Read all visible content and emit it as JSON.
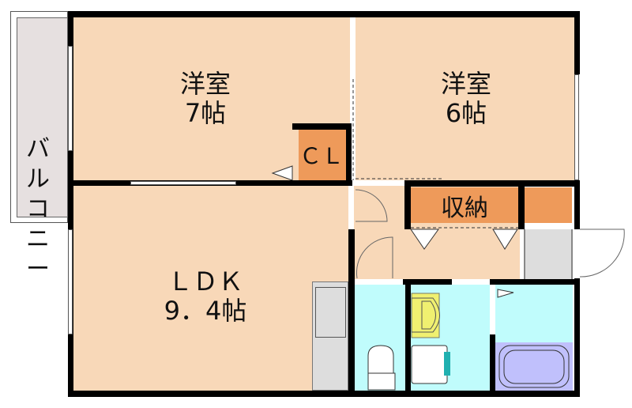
{
  "plan": {
    "colors": {
      "room": "#f8d8b8",
      "storage": "#ee9a5a",
      "balcony": "#e6e0e0",
      "wet": "#c0fcfc",
      "bath": "#c0c0fc",
      "gray": "#dddddd",
      "sink": "#f0f070",
      "wall": "#000000"
    },
    "balcony": {
      "label_chars": [
        "バ",
        "ル",
        "コ",
        "ニ",
        "ー"
      ]
    },
    "rooms": {
      "western7": {
        "name": "洋室",
        "size": "7帖"
      },
      "western6": {
        "name": "洋室",
        "size": "6帖"
      },
      "ldk": {
        "name": "ＬＤＫ",
        "size": "9．4帖"
      },
      "closet": {
        "label": "ＣＬ"
      },
      "storage": {
        "label": "収納"
      }
    }
  }
}
